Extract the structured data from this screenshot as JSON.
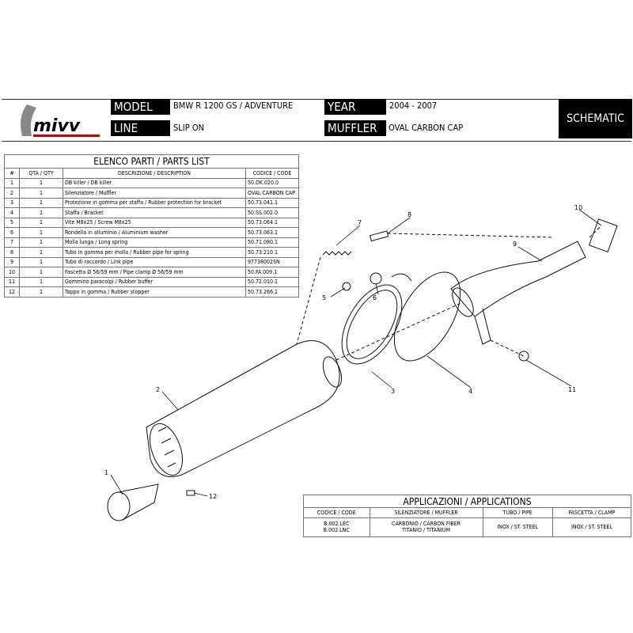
{
  "header": {
    "logo_text": "mivv",
    "model_label": "MODEL",
    "model": "BMW R 1200 GS / ADVENTURE",
    "line_label": "LINE",
    "line": "SLIP ON",
    "year_label": "YEAR",
    "year": "2004 - 2007",
    "muffler_label": "MUFFLER",
    "muffler": "OVAL CARBON CAP",
    "schematic": "SCHEMATIC"
  },
  "parts_list": {
    "title": "ELENCO PARTI / PARTS LIST",
    "columns": [
      "#",
      "QTÀ / QTY",
      "DESCRIZIONE / DESCRIPTION",
      "CODICE / CODE"
    ],
    "rows": [
      [
        "1",
        "1",
        "DB killer / DB killer",
        "50.DK.020.0"
      ],
      [
        "2",
        "1",
        "Silenziatore / Muffler",
        "OVAL CARBON CAP"
      ],
      [
        "3",
        "1",
        "Protezione in gomma per staffa / Rubber protection for bracket",
        "50.73.041.1"
      ],
      [
        "4",
        "1",
        "Staffa / Bracket",
        "50.SS.002.0"
      ],
      [
        "5",
        "1",
        "Vite M8x25 / Screw M8x25",
        "50.73.064.1"
      ],
      [
        "6",
        "1",
        "Rondella in alluminio / Aluminium washer",
        "50.73.063.1"
      ],
      [
        "7",
        "1",
        "Molla lunga / Long spring",
        "50.71.080.1"
      ],
      [
        "8",
        "1",
        "Tubo in gomma per molla / Rubber pipe for spring",
        "50.73.210.1"
      ],
      [
        "9",
        "1",
        "Tubo di raccordo / Link pipe",
        "97738002SN"
      ],
      [
        "10",
        "1",
        "Fascetta Ø 56/59 mm / Pipe clamp Ø 56/59 mm",
        "50.FA.009.1"
      ],
      [
        "11",
        "1",
        "Gommino paracolpi / Rubber buffer",
        "50.72.010.1"
      ],
      [
        "12",
        "1",
        "Tappo in gomma / Rubber stopper",
        "50.73.266.1"
      ]
    ]
  },
  "callouts": [
    "1",
    "2",
    "3",
    "4",
    "5",
    "6",
    "7",
    "8",
    "9",
    "10",
    "11",
    "12"
  ],
  "applications": {
    "title": "APPLICAZIONI / APPLICATIONS",
    "columns": [
      "CODICE / CODE",
      "SILENZIATORE / MUFFLER",
      "TUBO / PIPE",
      "FASCETTA / CLAMP"
    ],
    "row": {
      "codes": [
        "B.002.LEC",
        "B.002.LNC"
      ],
      "mufflers": [
        "CARBONIO / CARBON FIBER",
        "TITANIO / TITANIUM"
      ],
      "pipe": "INOX / ST. STEEL",
      "clamp": "INOX / ST. STEEL"
    }
  }
}
